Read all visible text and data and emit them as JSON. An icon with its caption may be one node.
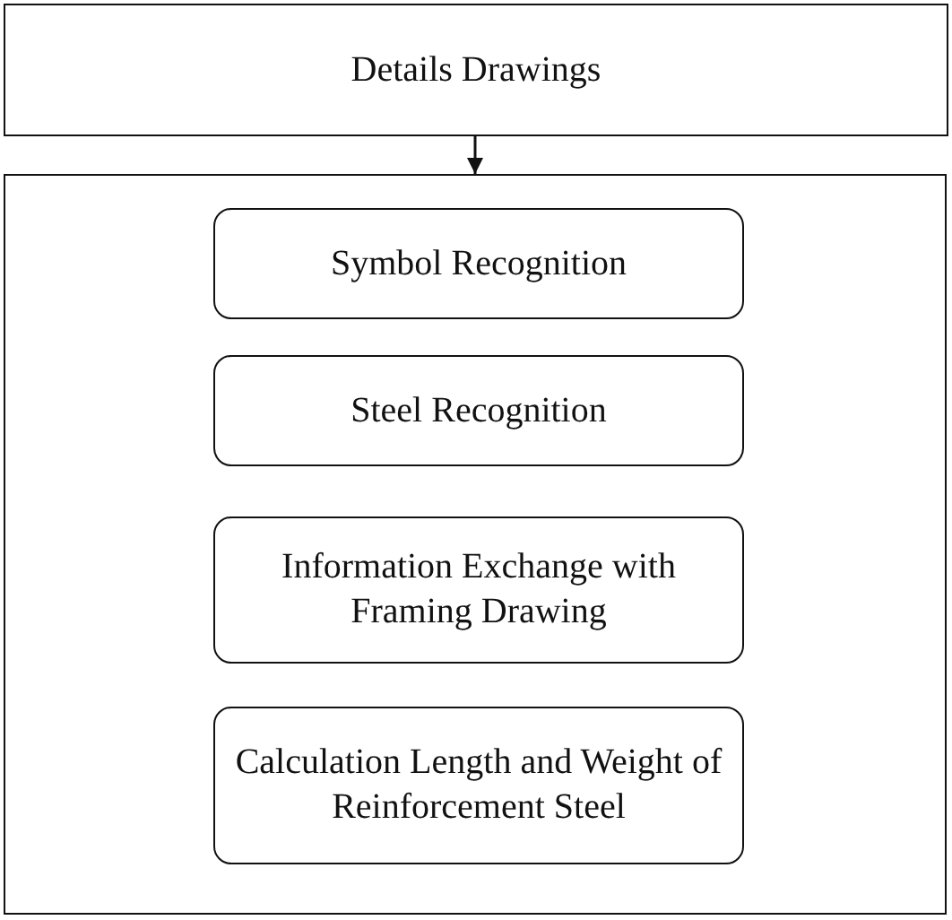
{
  "diagram": {
    "nodes": [
      {
        "text": [
          "Details Drawings"
        ]
      },
      {
        "text": [],
        "shape": "box"
      },
      {
        "text": [
          "Symbol Recognition"
        ],
        "in": 1
      },
      {
        "text": [
          "Steel Recognition"
        ],
        "in": 1
      },
      {
        "text": [
          "Information Exchange with Framing Drawing"
        ],
        "in": 1
      },
      {
        "text": [
          "Calculation Length and Weight of Reinforcement Steel"
        ],
        "in": 1
      }
    ],
    "edges": [
      {
        "from": 0,
        "to": 1,
        "arrow": "to"
      }
    ]
  }
}
